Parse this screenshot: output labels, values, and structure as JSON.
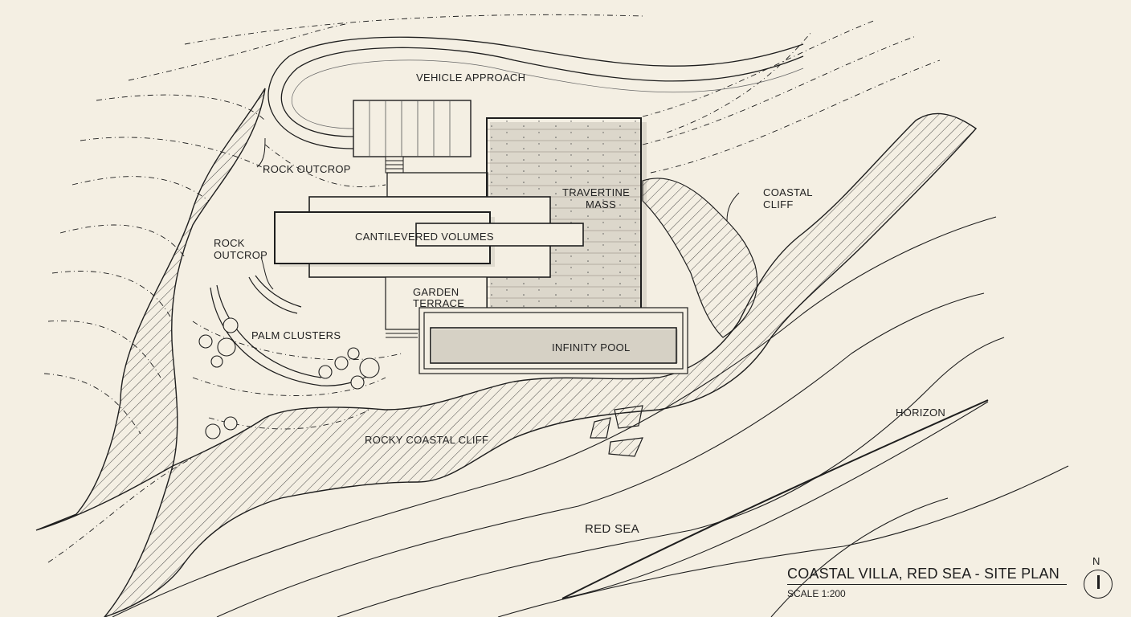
{
  "drawing": {
    "title": "COASTAL VILLA, RED SEA - SITE PLAN",
    "scale": "SCALE 1:200",
    "north": "N"
  },
  "labels": {
    "vehicle_approach": "VEHICLE APPROACH",
    "rock_outcrop_1": "ROCK OUTCROP",
    "rock_outcrop_2_line1": "ROCK",
    "rock_outcrop_2_line2": "OUTCROP",
    "travertine_line1": "TRAVERTINE",
    "travertine_line2": "MASS",
    "cantilevered": "CANTILEVERED VOLUMES",
    "garden_line1": "GARDEN",
    "garden_line2": "TERRACE",
    "palm_clusters": "PALM CLUSTERS",
    "infinity_pool": "INFINITY POOL",
    "coastal_line1": "COASTAL",
    "coastal_line2": "CLIFF",
    "rocky_coastal_cliff": "ROCKY COASTAL CLIFF",
    "horizon": "HORIZON",
    "red_sea": "RED SEA"
  },
  "colors": {
    "paper": "#f4efe3",
    "ink": "#1e1e1e"
  }
}
